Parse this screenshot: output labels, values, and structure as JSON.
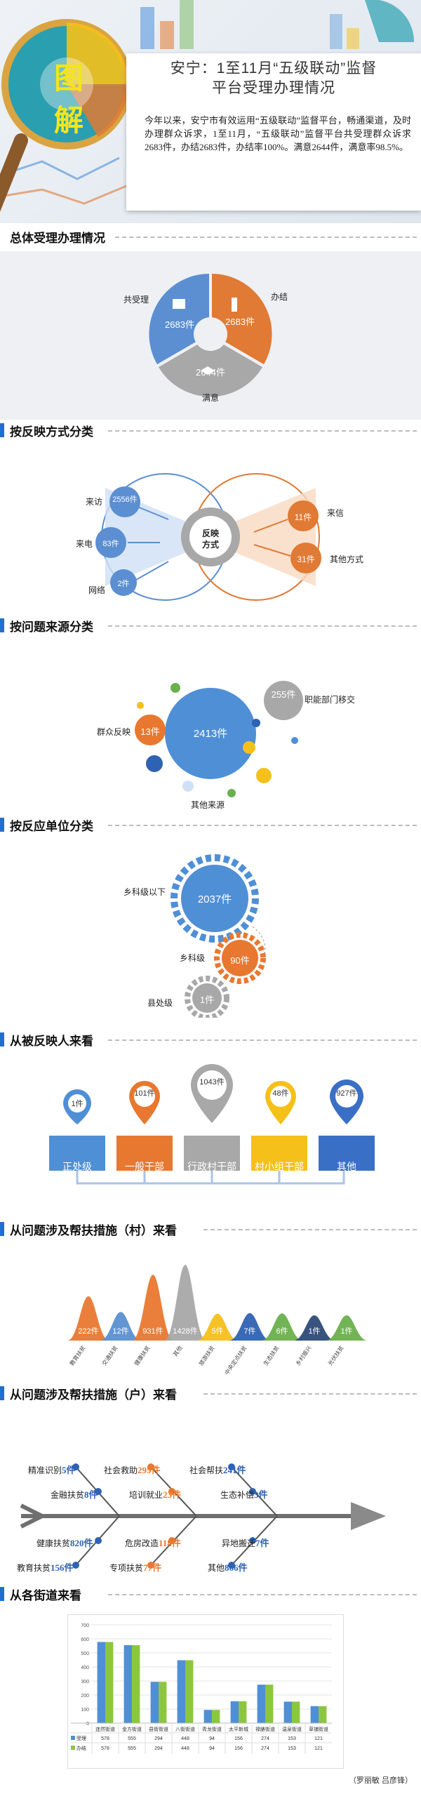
{
  "header": {
    "badge": [
      "图",
      "解"
    ],
    "title_line1": "安宁：1至11月“五级联动”监督",
    "title_line2": "平台受理办理情况",
    "intro": "今年以来，安宁市有效运用“五级联动”监督平台，畅通渠道，及时办理群众诉求，1至11月，“五级联动”监督平台共受理群众诉求2683件，办结2683件，办结率100%。满意2644件，满意率98.5%。"
  },
  "sections": {
    "s1": "总体受理办理情况",
    "s2": "按反映方式分类",
    "s3": "按问题来源分类",
    "s4": "按反应单位分类",
    "s5": "从被反映人来看",
    "s6": "从问题涉及帮扶措施（村）来看",
    "s7": "从问题涉及帮扶措施（户）来看",
    "s8": "从各街道来看"
  },
  "overall": {
    "accepted": {
      "label": "共受理",
      "value": "2683件",
      "color": "#5b8fd1"
    },
    "completed": {
      "label": "办结",
      "value": "2683件",
      "color": "#e07a35"
    },
    "satisfied": {
      "label": "满意",
      "value": "2644件",
      "color": "#a8a8a8"
    }
  },
  "channels": {
    "center": [
      "反映",
      "方式"
    ],
    "left": [
      {
        "label": "来访",
        "value": "2556件"
      },
      {
        "label": "来电",
        "value": "83件"
      },
      {
        "label": "网络",
        "value": "2件"
      }
    ],
    "right": [
      {
        "label": "来信",
        "value": "11件"
      },
      {
        "label": "其他方式",
        "value": "31件"
      }
    ]
  },
  "sources": {
    "main": {
      "label": "其他来源",
      "value": "2413件"
    },
    "dept": {
      "label": "职能部门移交",
      "value": "255件"
    },
    "mass": {
      "label": "群众反映",
      "value": "13件"
    }
  },
  "units": [
    {
      "label": "乡科级以下",
      "value": "2037件"
    },
    {
      "label": "乡科级",
      "value": "90件"
    },
    {
      "label": "县处级",
      "value": "1件"
    }
  ],
  "persons": [
    {
      "label": "正处级",
      "value": "1件"
    },
    {
      "label": "一般干部",
      "value": "101件"
    },
    {
      "label": "行政村干部",
      "value": "1043件"
    },
    {
      "label": "村小组干部",
      "value": "48件"
    },
    {
      "label": "其他",
      "value": "927件"
    }
  ],
  "village": [
    {
      "label": "教育扶贫",
      "value": 222,
      "text": "222件",
      "color": "#e8782f"
    },
    {
      "label": "交通扶贫",
      "value": 12,
      "text": "12件",
      "color": "#5b8fd1"
    },
    {
      "label": "健康扶贫",
      "value": 931,
      "text": "931件",
      "color": "#e8782f"
    },
    {
      "label": "其他",
      "value": 1428,
      "text": "1428件",
      "color": "#a8a8a8"
    },
    {
      "label": "旅游扶贫",
      "value": 5,
      "text": "5件",
      "color": "#f5c01a"
    },
    {
      "label": "中央定点扶贫",
      "value": 7,
      "text": "7件",
      "color": "#2e62b3"
    },
    {
      "label": "生态扶贫",
      "value": 6,
      "text": "6件",
      "color": "#6ab04c"
    },
    {
      "label": "乡村振兴",
      "value": 1,
      "text": "1件",
      "color": "#2e4a78"
    },
    {
      "label": "光伏扶贫",
      "value": 1,
      "text": "1件",
      "color": "#6ab04c"
    }
  ],
  "household": {
    "top": [
      {
        "label": "精准识别",
        "value": "5件"
      },
      {
        "label": "社会救助",
        "value": "295件"
      },
      {
        "label": "社会帮扶",
        "value": "241件"
      }
    ],
    "top2": [
      {
        "label": "金融扶贫",
        "value": "8件"
      },
      {
        "label": "培训就业",
        "value": "23件"
      },
      {
        "label": "生态补偿",
        "value": "3件"
      }
    ],
    "bottom": [
      {
        "label": "健康扶贫",
        "value": "820件"
      },
      {
        "label": "危房改造",
        "value": "118件"
      },
      {
        "label": "异地搬迁",
        "value": "7件"
      }
    ],
    "bottom2": [
      {
        "label": "教育扶贫",
        "value": "156件"
      },
      {
        "label": "专项扶贫",
        "value": "77件"
      },
      {
        "label": "其他",
        "value": "866件"
      }
    ]
  },
  "chart_data": {
    "type": "bar",
    "categories": [
      "连然街道",
      "金方街道",
      "县街街道",
      "八街街道",
      "青龙街道",
      "太平新城",
      "禄脿街道",
      "温泉街道",
      "草铺街道"
    ],
    "series": [
      {
        "name": "受理",
        "values": [
          578,
          555,
          294,
          448,
          94,
          156,
          274,
          153,
          121
        ],
        "color": "#4f8fd6"
      },
      {
        "name": "办结",
        "values": [
          578,
          555,
          294,
          448,
          94,
          156,
          274,
          153,
          121
        ],
        "color": "#8cc63f"
      }
    ],
    "ylim": [
      0,
      700
    ],
    "yticks": [
      0,
      100,
      200,
      300,
      400,
      500,
      600,
      700
    ],
    "grid": true
  },
  "credit": "（罗丽敏 吕彦锋）"
}
